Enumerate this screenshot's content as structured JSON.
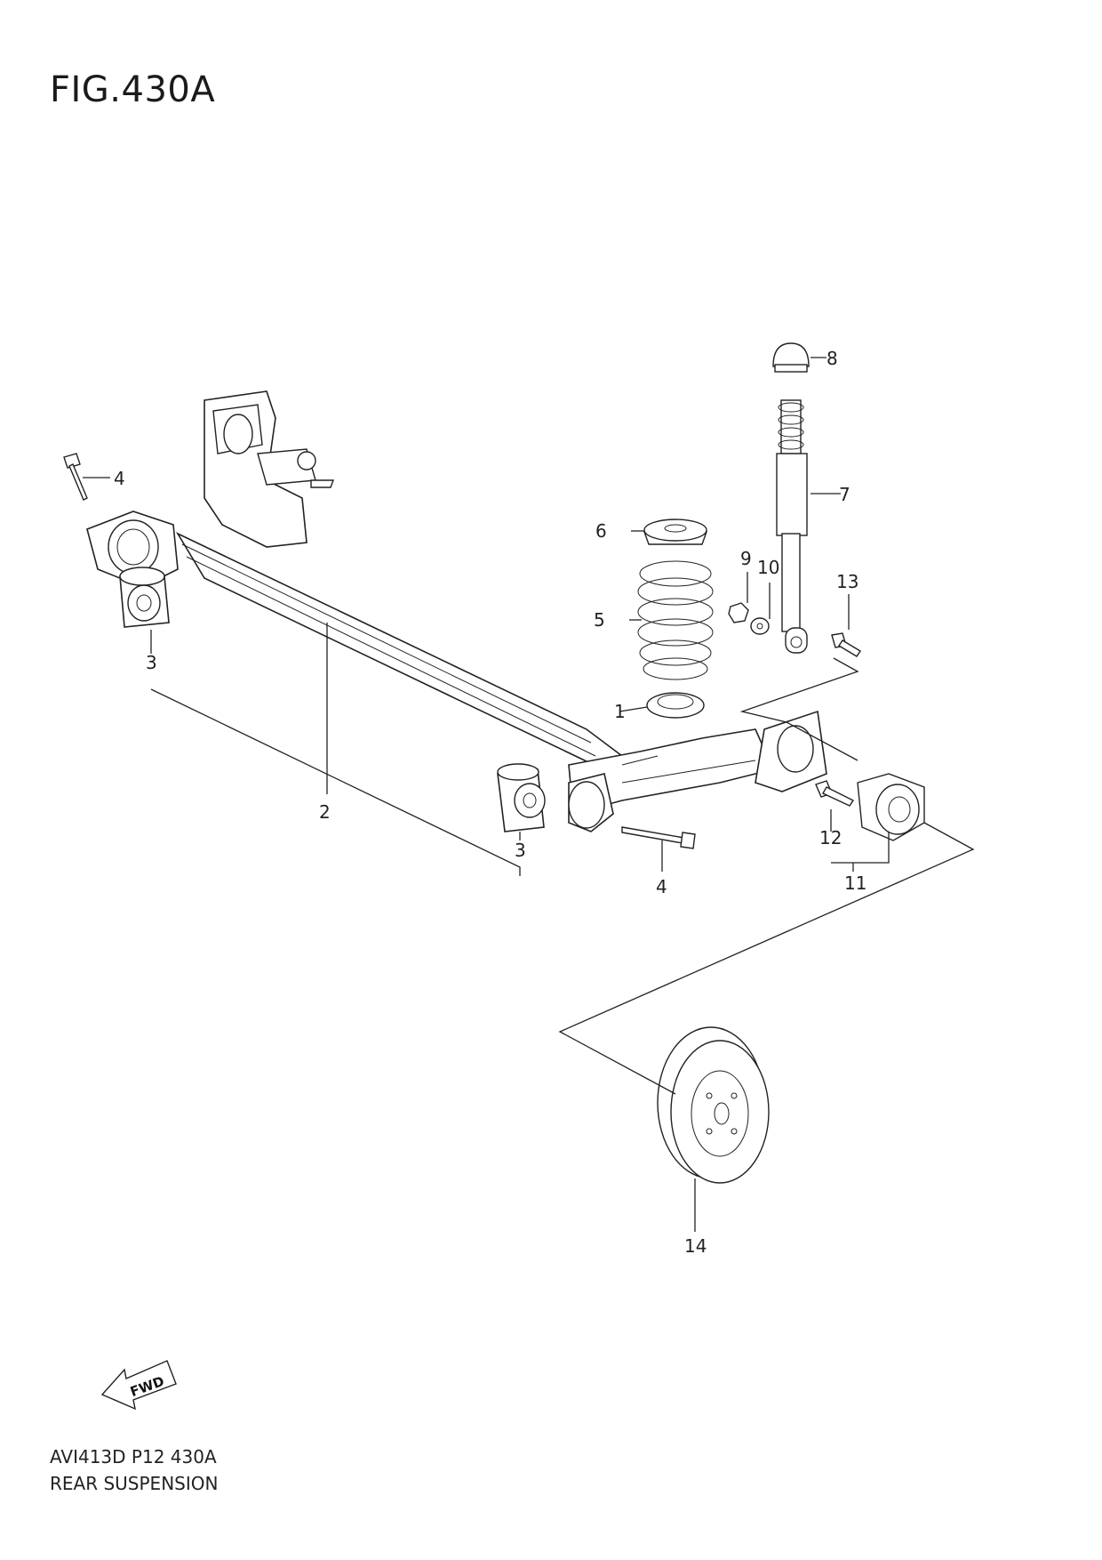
{
  "figure": {
    "title": "FIG.430A",
    "code": "AVI413D P12 430A",
    "name": "REAR SUSPENSION"
  },
  "callouts": [
    {
      "id": "1",
      "label": "1"
    },
    {
      "id": "2",
      "label": "2"
    },
    {
      "id": "3a",
      "label": "3"
    },
    {
      "id": "3b",
      "label": "3"
    },
    {
      "id": "4a",
      "label": "4"
    },
    {
      "id": "4b",
      "label": "4"
    },
    {
      "id": "5",
      "label": "5"
    },
    {
      "id": "6",
      "label": "6"
    },
    {
      "id": "7",
      "label": "7"
    },
    {
      "id": "8",
      "label": "8"
    },
    {
      "id": "9",
      "label": "9"
    },
    {
      "id": "10",
      "label": "10"
    },
    {
      "id": "11",
      "label": "11"
    },
    {
      "id": "12",
      "label": "12"
    },
    {
      "id": "13",
      "label": "13"
    },
    {
      "id": "14",
      "label": "14"
    }
  ],
  "fwd_badge": "FWD"
}
